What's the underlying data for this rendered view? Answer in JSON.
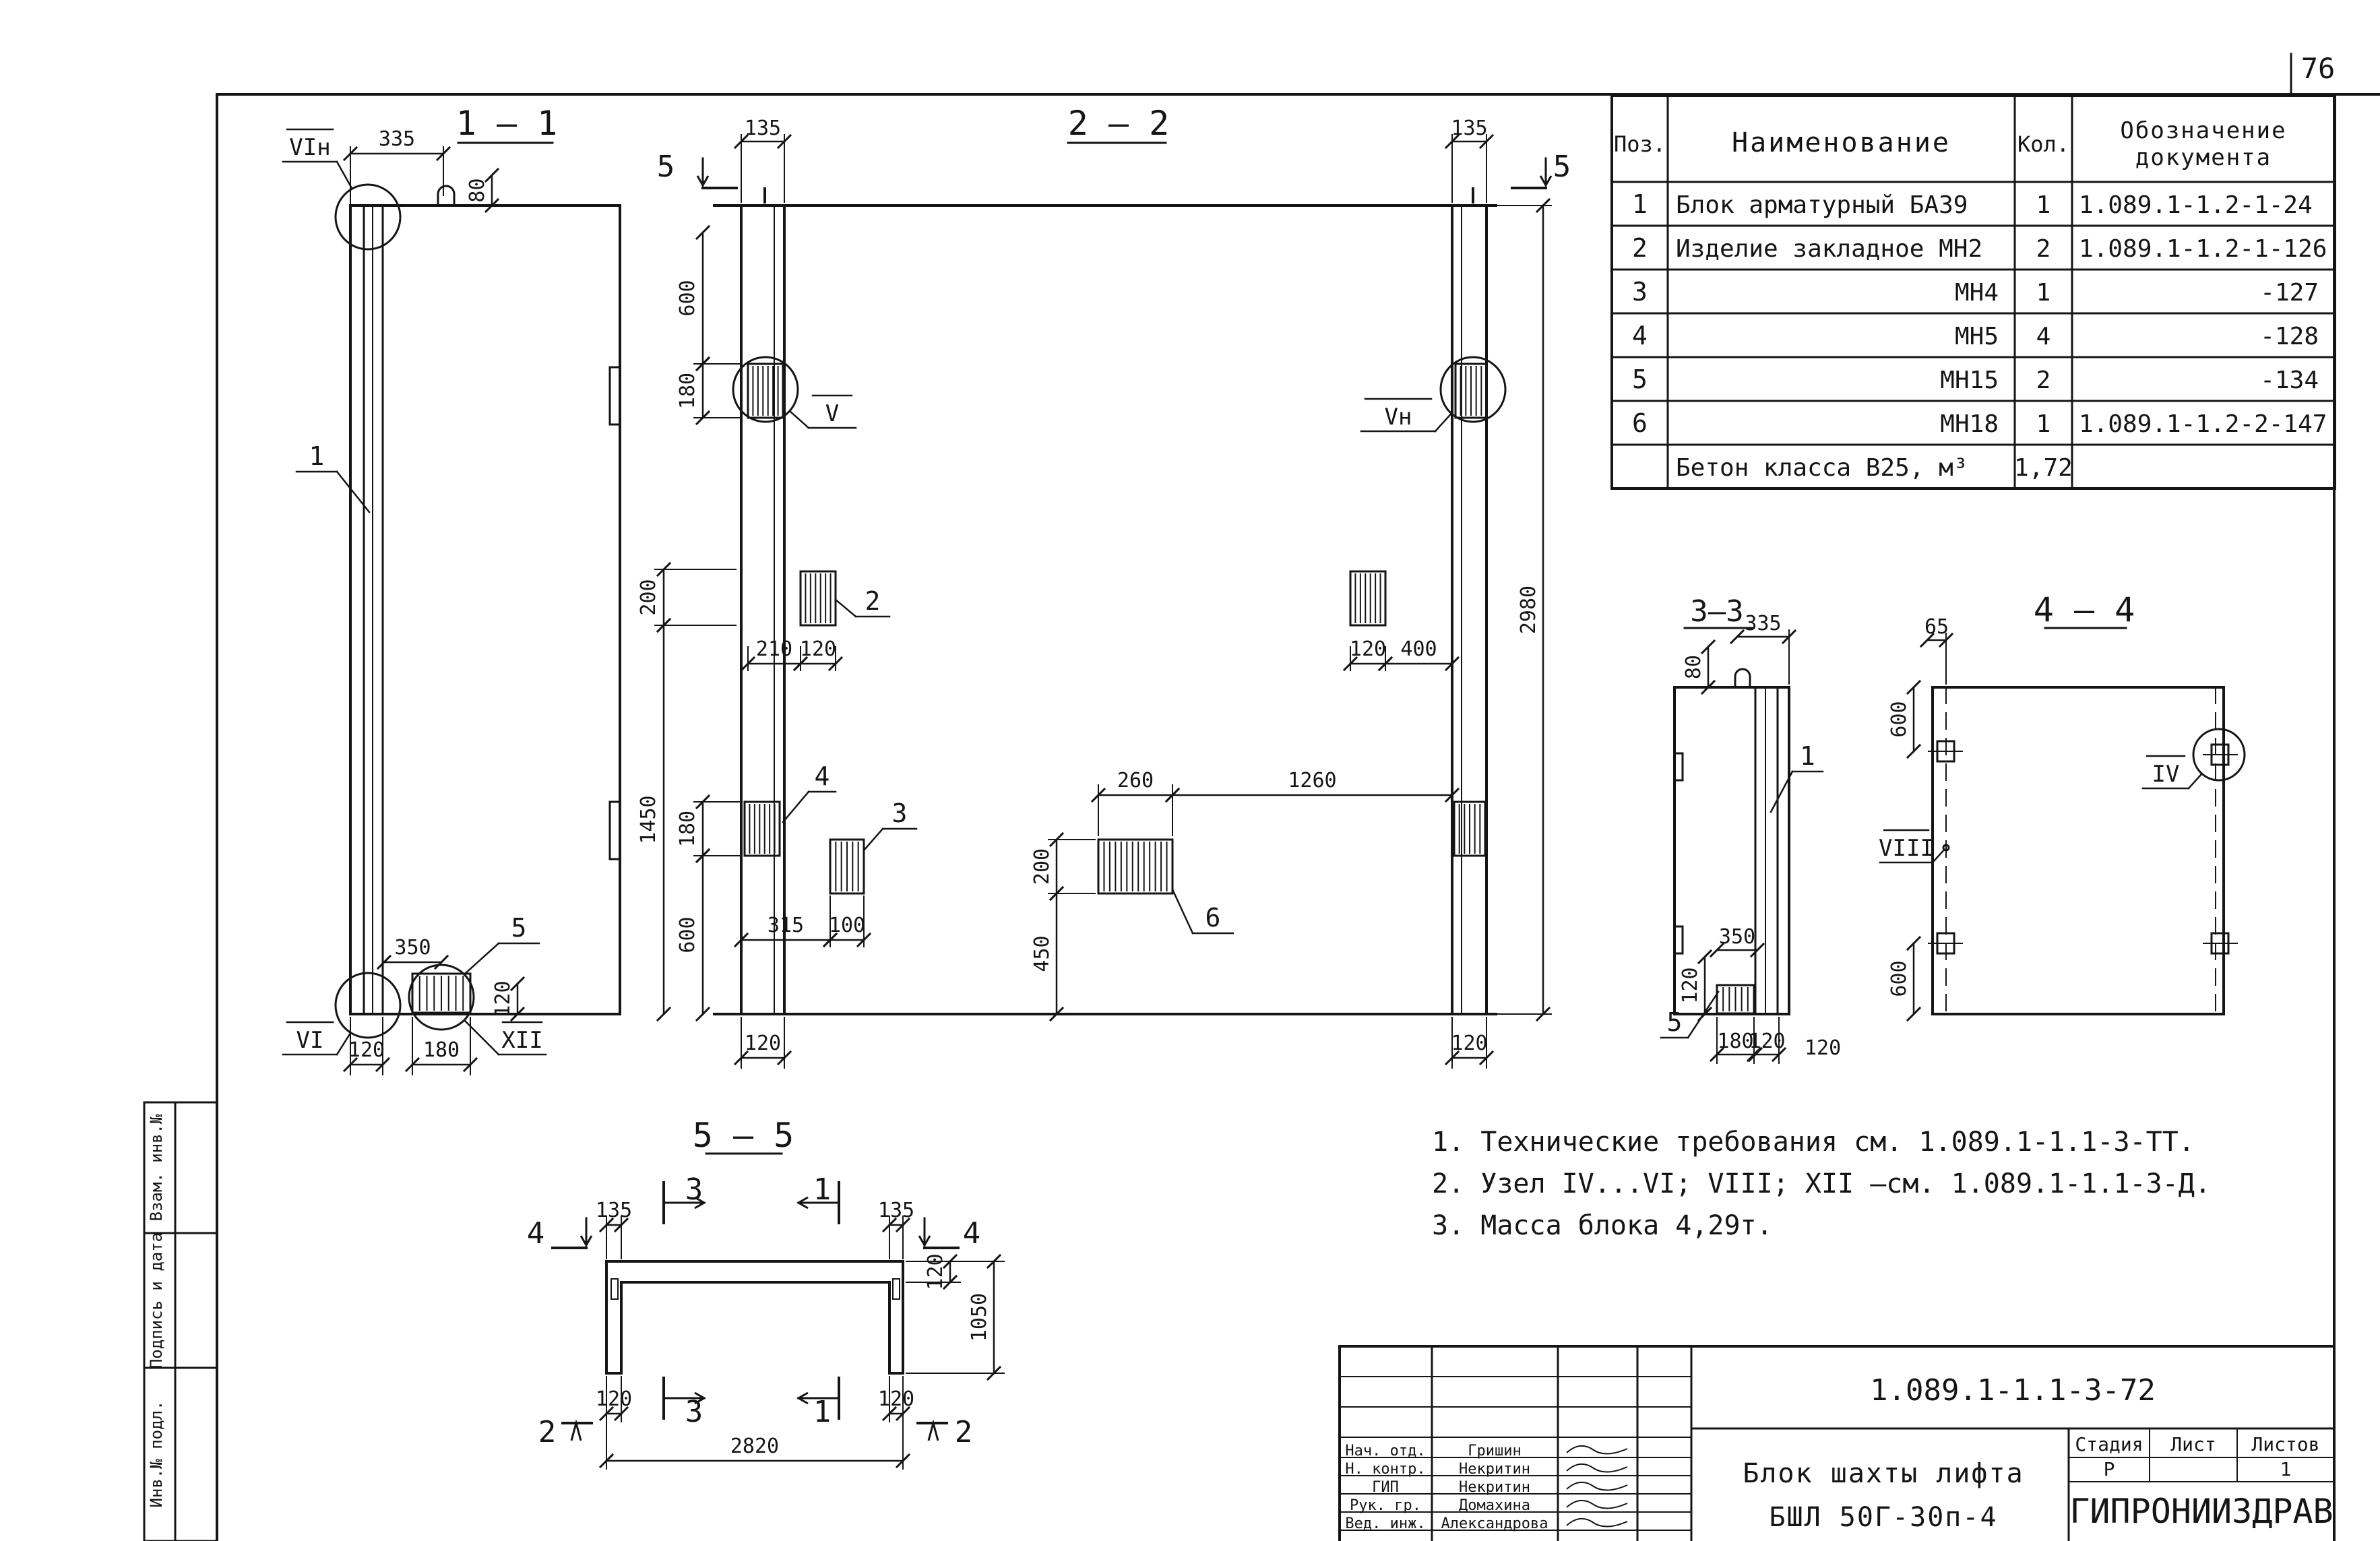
{
  "sheet_number": "76",
  "sections": {
    "s1": "1 – 1",
    "s2": "2 – 2",
    "s3": "3–3",
    "s4": "4 – 4",
    "s5": "5 – 5"
  },
  "spec_table": {
    "headers": {
      "pos": "Поз.",
      "name": "Наименование",
      "qty": "Кол.",
      "doc_line1": "Обозначение",
      "doc_line2": "документа"
    },
    "rows": [
      {
        "pos": "1",
        "name": "Блок арматурный БА39",
        "qty": "1",
        "doc": "1.089.1-1.2-1-24"
      },
      {
        "pos": "2",
        "name": "Изделие закладное МН2",
        "qty": "2",
        "doc": "1.089.1-1.2-1-126"
      },
      {
        "pos": "3",
        "name": "МН4",
        "qty": "1",
        "doc": "-127"
      },
      {
        "pos": "4",
        "name": "МН5",
        "qty": "4",
        "doc": "-128"
      },
      {
        "pos": "5",
        "name": "МН15",
        "qty": "2",
        "doc": "-134"
      },
      {
        "pos": "6",
        "name": "МН18",
        "qty": "1",
        "doc": "1.089.1-1.2-2-147"
      },
      {
        "pos": "",
        "name": "Бетон класса В25, м³",
        "qty": "1,72",
        "doc": ""
      }
    ]
  },
  "notes": [
    "1. Технические требования см. 1.089.1-1.1-3-ТТ.",
    "2. Узел IV...VI; VIII; XII –см. 1.089.1-1.1-3-Д.",
    "3. Масса блока 4,29т."
  ],
  "dims": {
    "s1_335": "335",
    "s1_80": "80",
    "s1_350": "350",
    "s1_120a": "120",
    "s1_120b": "120",
    "s1_180": "180",
    "s2_135l": "135",
    "s2_135r": "135",
    "s2_600a": "600",
    "s2_180a": "180",
    "s2_200a": "200",
    "s2_1450": "1450",
    "s2_180b": "180",
    "s2_600b": "600",
    "s2_210": "210",
    "s2_120a": "120",
    "s2_315": "315",
    "s2_100": "100",
    "s2_260": "260",
    "s2_1260": "1260",
    "s2_200b": "200",
    "s2_450": "450",
    "s2_120b": "120",
    "s2_400": "400",
    "s2_2980": "2980",
    "s2_120l": "120",
    "s2_120r": "120",
    "s3_80": "80",
    "s3_335": "335",
    "s3_350": "350",
    "s3_120": "120",
    "s3_180": "180",
    "s3_120b": "120",
    "s4_65": "65",
    "s4_600a": "600",
    "s4_600b": "600",
    "s5_135l": "135",
    "s5_135r": "135",
    "s5_120a": "120",
    "s5_1050": "1050",
    "s5_120l": "120",
    "s5_120r": "120",
    "s5_2820": "2820"
  },
  "markers": {
    "vih": "VIн",
    "vi": "VI",
    "xii": "XII",
    "v": "V",
    "vh": "Vн",
    "iv": "IV",
    "viii": "VIII"
  },
  "cut_labels": {
    "c5": "5",
    "c3": "3",
    "c1": "1",
    "c4": "4",
    "c2": "2"
  },
  "positions": {
    "p1": "1",
    "p2": "2",
    "p3": "3",
    "p4": "4",
    "p5": "5",
    "p6": "6"
  },
  "side_stamp": [
    "Инв.№ подл.",
    "Подпись и дата",
    "Взам. инв.№"
  ],
  "title_block": {
    "doc_code": "1.089.1-1.1-3-72",
    "title_line1": "Блок шахты лифта",
    "title_line2": "БШЛ 50Г-30п-4",
    "stage_label": "Стадия",
    "sheet_label": "Лист",
    "sheets_label": "Листов",
    "stage": "Р",
    "sheets": "1",
    "org": "ГИПРОНИИЗДРАВ",
    "roles": [
      {
        "role": "Нач. отд.",
        "name": "Гришин"
      },
      {
        "role": "Н. контр.",
        "name": "Некритин"
      },
      {
        "role": "ГИП",
        "name": "Некритин"
      },
      {
        "role": "Рук. гр.",
        "name": "Домахина"
      },
      {
        "role": "Вед. инж.",
        "name": "Александрова"
      }
    ]
  }
}
